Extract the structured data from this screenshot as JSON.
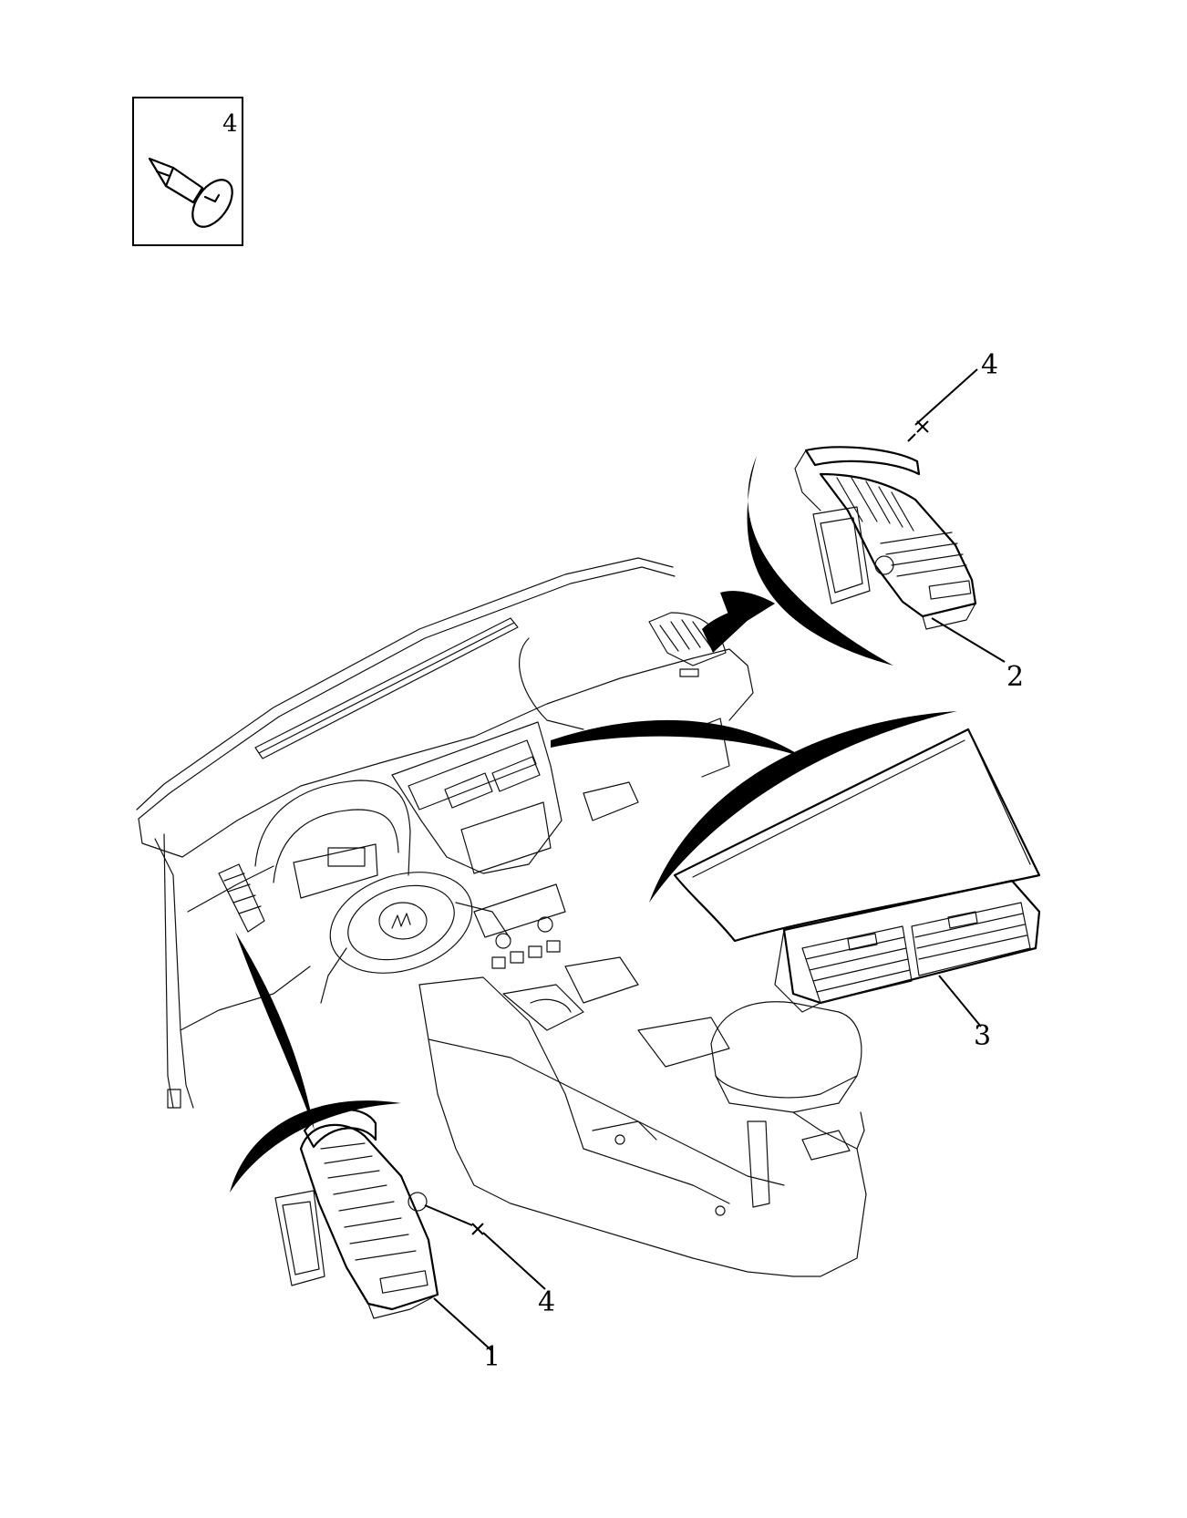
{
  "legend": {
    "part_number": "4"
  },
  "callouts": {
    "c1": "1",
    "c2": "2",
    "c3": "3",
    "c4_top": "4",
    "c4_bottom": "4"
  },
  "colors": {
    "ink": "#000000",
    "paper": "#ffffff"
  }
}
